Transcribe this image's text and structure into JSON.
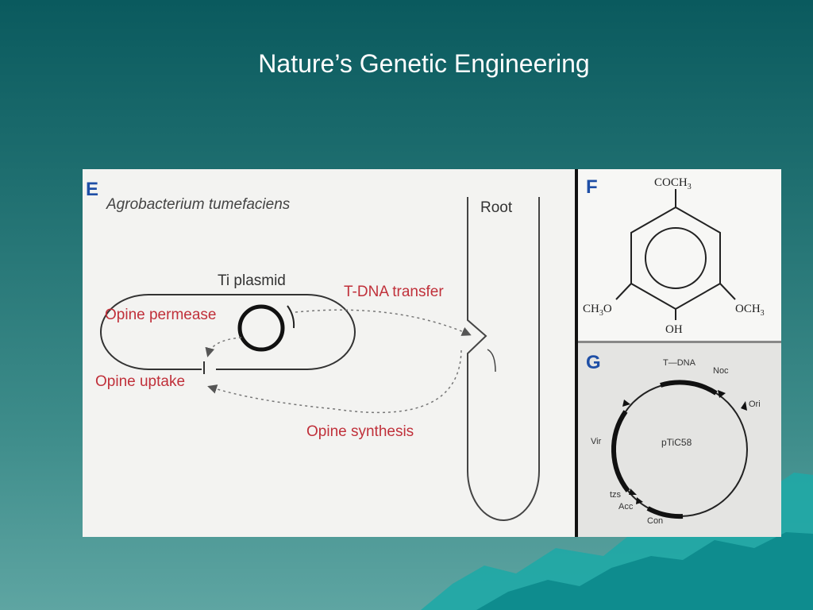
{
  "slide": {
    "title": "Nature’s Genetic Engineering"
  },
  "panel_e": {
    "letter": "E",
    "organism": "Agrobacterium tumefaciens",
    "root_label": "Root",
    "ti_plasmid_label": "Ti plasmid",
    "tdna_transfer_label": "T-DNA transfer",
    "opine_permease_label": "Opine permease",
    "opine_uptake_label": "Opine uptake",
    "opine_synthesis_label": "Opine synthesis"
  },
  "panel_f": {
    "letter": "F",
    "top_group": "COCH",
    "top_group_sub": "3",
    "left_group_a": "CH",
    "left_group_sub": "3",
    "left_group_b": "O",
    "right_group": "OCH",
    "right_group_sub": "3",
    "bottom_group": "OH"
  },
  "panel_g": {
    "letter": "G",
    "plasmid_name": "pTiC58",
    "regions": [
      "T—DNA",
      "Noc",
      "Ori",
      "Vir",
      "tzs",
      "Acc",
      "Con"
    ]
  },
  "colors": {
    "background_top": "#0a5a5e",
    "background_bottom": "#5ea5a2",
    "label_red": "#c0303a",
    "mountain": "#159a9a"
  }
}
